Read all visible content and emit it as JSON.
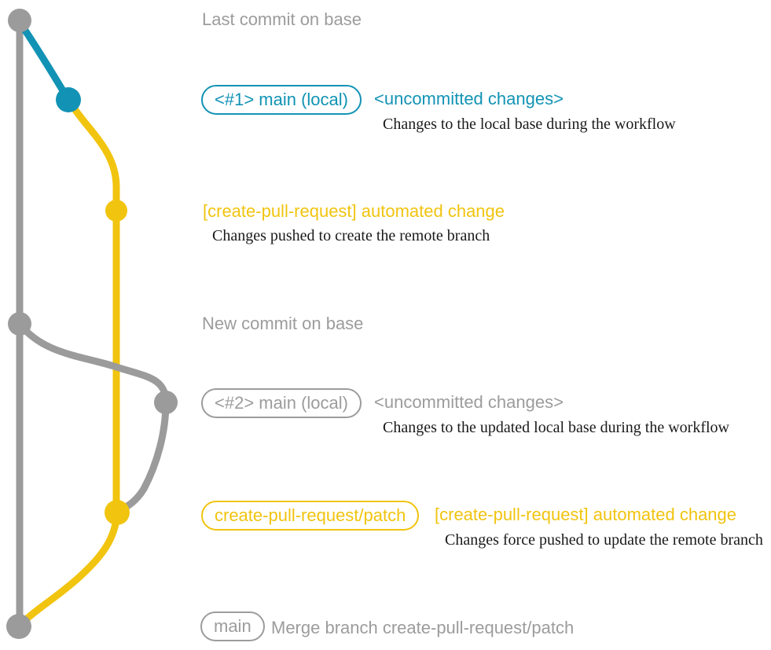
{
  "colors": {
    "gray": "#9b9b9b",
    "gray_text": "#9c9c9c",
    "blue": "#1293b5",
    "yellow": "#f1c40f",
    "desc_text": "#1a1a1a"
  },
  "annotations": {
    "last_commit": {
      "label": "Last commit on base"
    },
    "branch1": {
      "badge": "<#1> main (local)",
      "title": "<uncommitted changes>",
      "description": "Changes to the local base during the workflow"
    },
    "push1": {
      "title": "[create-pull-request] automated change",
      "description": "Changes pushed to create the remote branch"
    },
    "new_commit": {
      "label": "New commit on base"
    },
    "branch2": {
      "badge": "<#2> main (local)",
      "title": "<uncommitted changes>",
      "description": "Changes to the updated local base during the workflow"
    },
    "push2": {
      "badge": "create-pull-request/patch",
      "title": "[create-pull-request] automated change",
      "description": "Changes force pushed to update the remote branch"
    },
    "merge": {
      "badge": "main",
      "label": "Merge branch create-pull-request/patch"
    }
  }
}
